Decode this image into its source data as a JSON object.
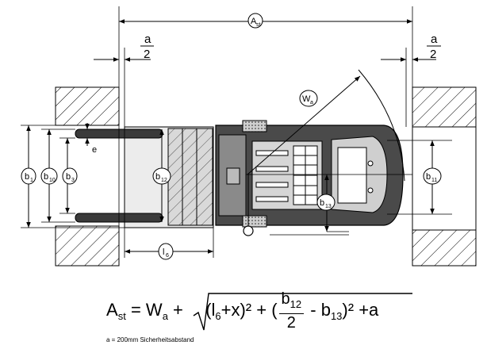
{
  "dimension_labels": {
    "a_st": {
      "main": "A",
      "sub": "st"
    },
    "w_a": {
      "main": "W",
      "sub": "a"
    },
    "b1": {
      "main": "b",
      "sub": "1"
    },
    "b10": {
      "main": "b",
      "sub": "10"
    },
    "b3": {
      "main": "b",
      "sub": "3"
    },
    "b12": {
      "main": "b",
      "sub": "12"
    },
    "b13": {
      "main": "b",
      "sub": "13"
    },
    "b11": {
      "main": "b",
      "sub": "11"
    },
    "l6": {
      "main": "l",
      "sub": "6"
    },
    "e": "e",
    "half_a_num": "a",
    "half_a_den": "2"
  },
  "formula": {
    "lhs": "A",
    "lhs_sub": "st",
    "eq": "=",
    "w": "W",
    "w_sub": "a",
    "plus1": "+",
    "term1_open": "(l",
    "term1_sub": "6",
    "term1_close": "+x)²",
    "plus2": "+",
    "paren_open": "(",
    "frac_num": "b",
    "frac_num_sub": "12",
    "frac_den": "2",
    "minus": "- b",
    "minus_sub": "13",
    "paren_close": ")²",
    "tail": "+a"
  },
  "footnote": "a = 200mm Sicherheitsabstand"
}
